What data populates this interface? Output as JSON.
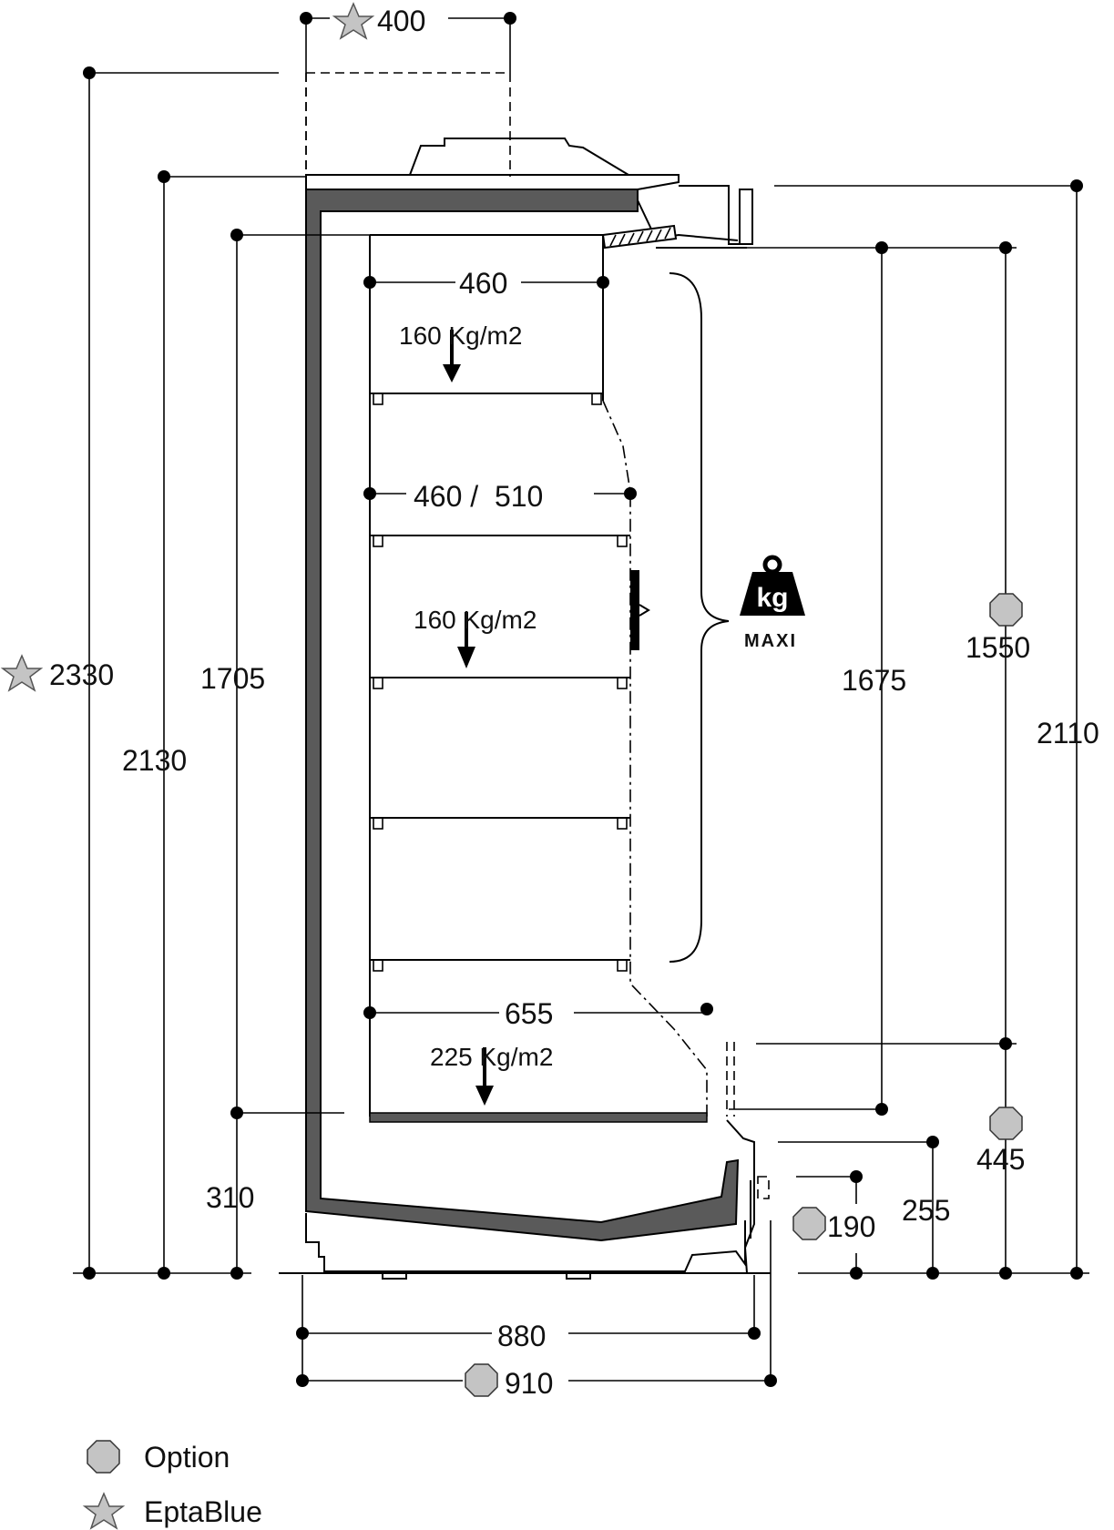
{
  "dimensions": {
    "top_module": "400",
    "height_total_eptablue": "2330",
    "height_cabinet": "2130",
    "height_inner": "1705",
    "height_base": "310",
    "shelf_top_depth": "460",
    "shelf_mid_depth": "460 /  510",
    "shelf_bottom_depth": "655",
    "load_top": "160 Kg/m2",
    "load_mid": "160 Kg/m2",
    "load_bottom": "225 Kg/m2",
    "height_opening": "1675",
    "height_option_1550": "1550",
    "height_right": "2110",
    "height_option_445": "445",
    "height_255": "255",
    "height_option_190": "190",
    "depth_880": "880",
    "depth_910": "910"
  },
  "badge": {
    "kg": "kg",
    "label": "MAXI"
  },
  "legend": [
    {
      "symbol": "option-circle-icon",
      "label": "Option"
    },
    {
      "symbol": "star-icon",
      "label": "EptaBlue"
    }
  ],
  "colors": {
    "option_fill": "#c4c4c4",
    "wall_fill": "#5a5a5a"
  }
}
